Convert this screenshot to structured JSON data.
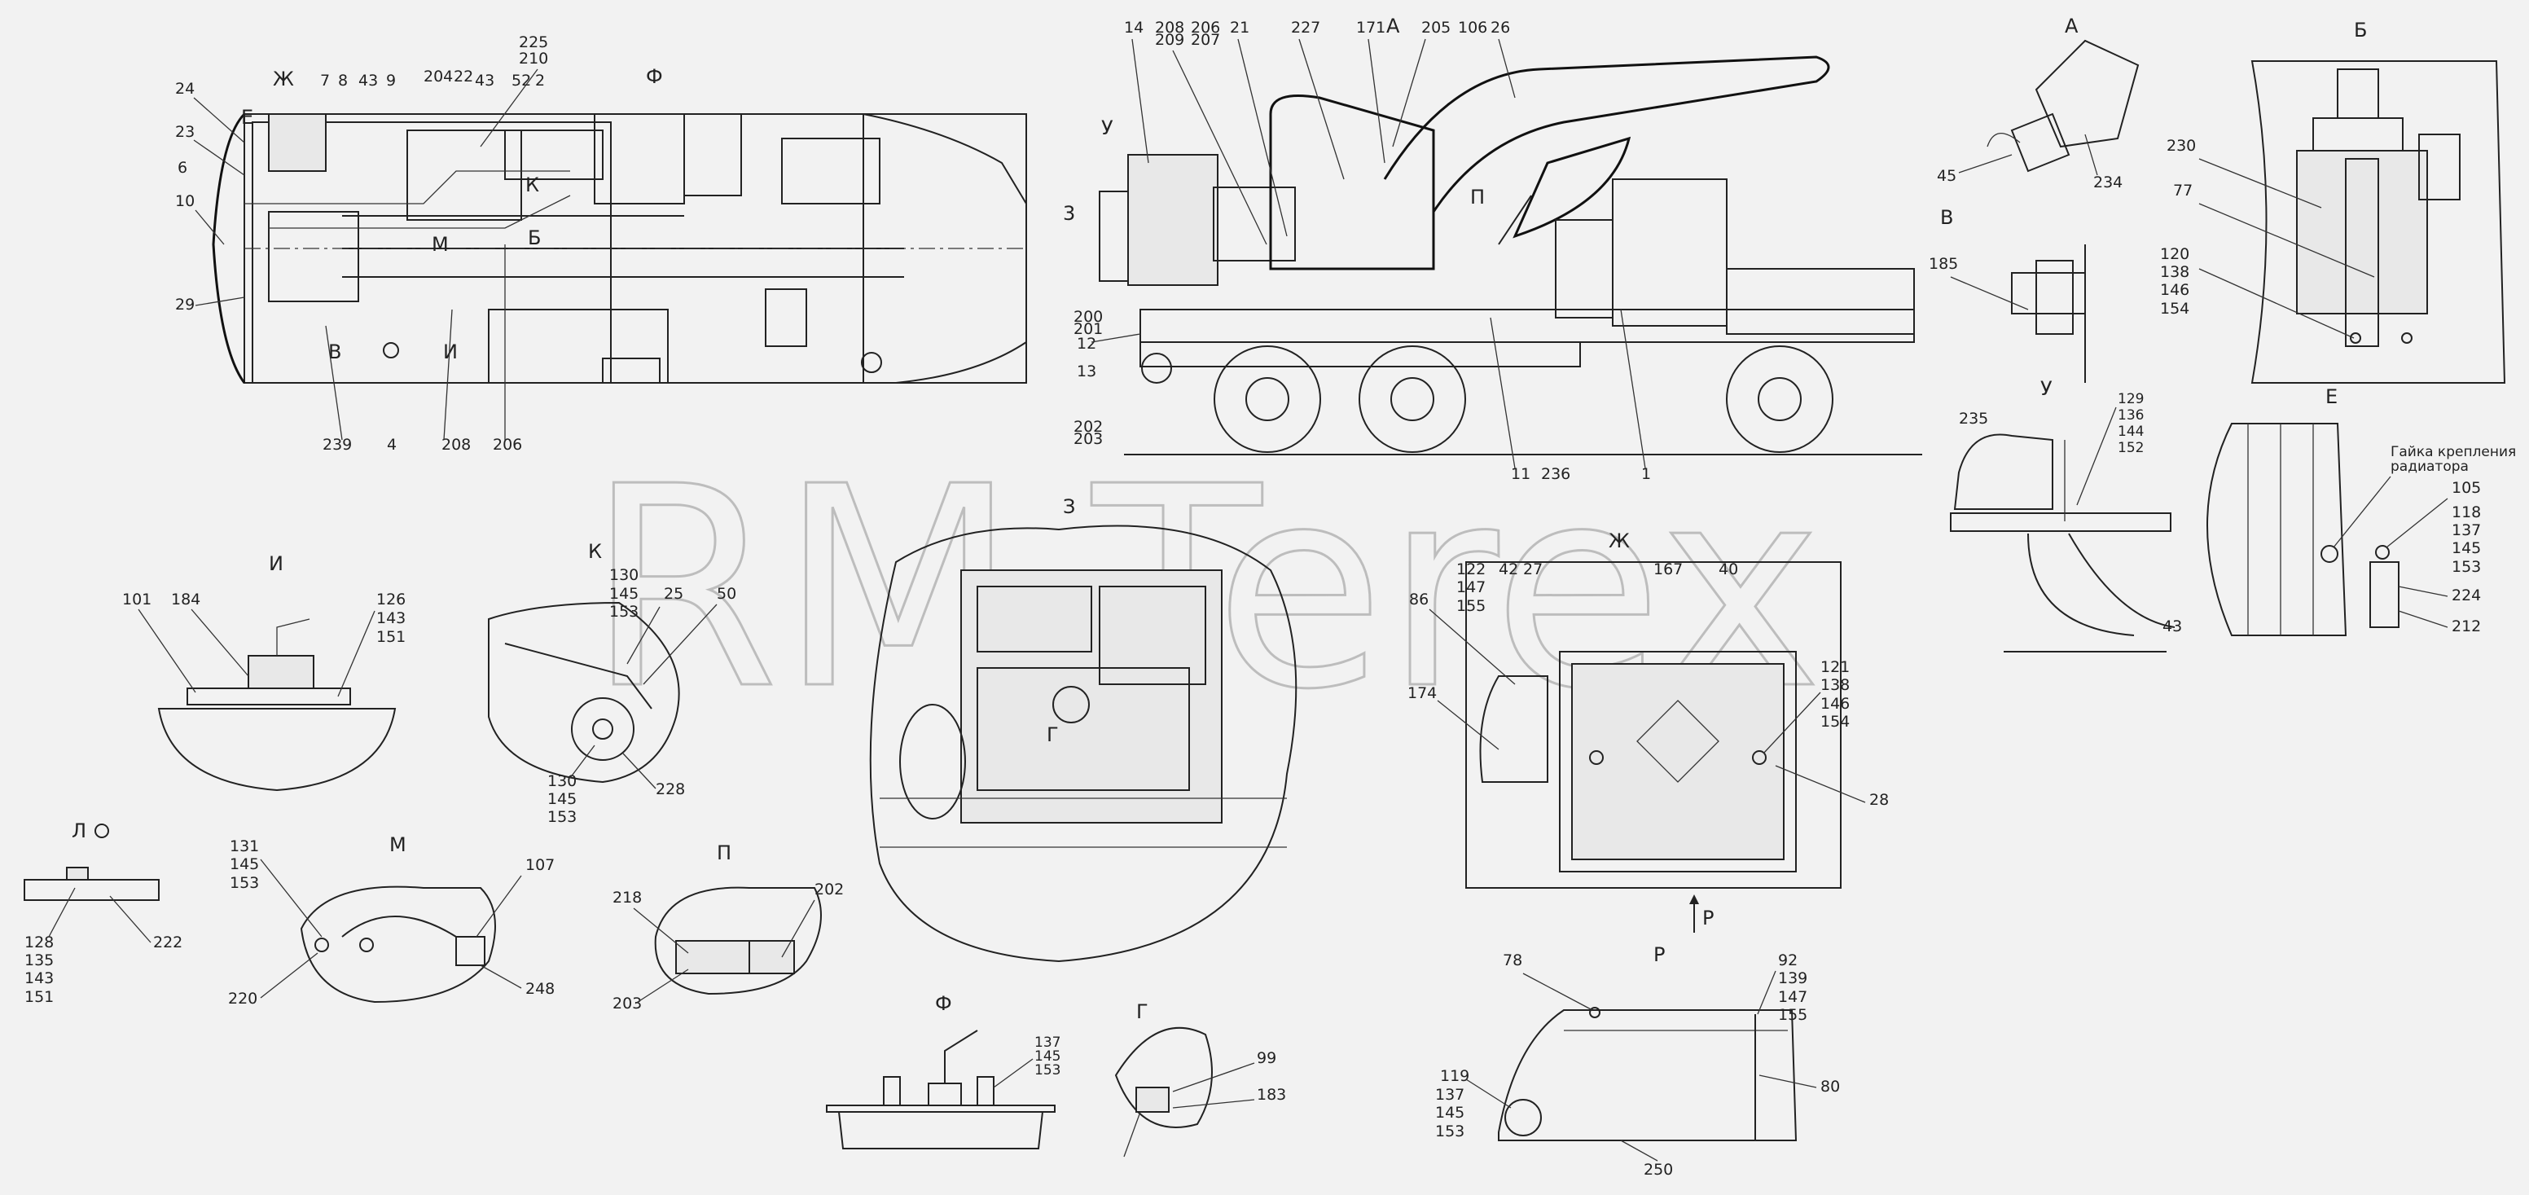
{
  "watermark": "RM-Terex",
  "overview_top": {
    "labels": [
      "24",
      "23",
      "6",
      "10",
      "29",
      "Ж",
      "7",
      "8",
      "43",
      "9",
      "204",
      "22",
      "225",
      "210",
      "43",
      "52",
      "2",
      "Ф",
      "К",
      "Б",
      "М",
      "В",
      "И",
      "239",
      "4",
      "208",
      "206",
      "Е"
    ]
  },
  "overview_side": {
    "labels": [
      "14",
      "208",
      "209",
      "206",
      "207",
      "21",
      "227",
      "171",
      "А",
      "205",
      "106",
      "26",
      "У",
      "3",
      "П",
      "200",
      "201",
      "12",
      "13",
      "202",
      "203",
      "11",
      "236",
      "1"
    ]
  },
  "view_A": {
    "title": "А",
    "labels": [
      "45",
      "234"
    ]
  },
  "view_B": {
    "title": "Б",
    "labels": [
      "230",
      "77",
      "120",
      "138",
      "146",
      "154"
    ]
  },
  "view_V": {
    "title": "В",
    "labels": [
      "185"
    ]
  },
  "view_U": {
    "title": "У",
    "labels": [
      "235",
      "129",
      "136",
      "144",
      "152",
      "43"
    ]
  },
  "view_E": {
    "title": "Е",
    "note_line1": "Гайка крепления",
    "note_line2": "радиатора",
    "labels": [
      "105",
      "118",
      "137",
      "145",
      "153",
      "224",
      "212"
    ]
  },
  "view_I": {
    "title": "И",
    "labels": [
      "101",
      "184",
      "126",
      "143",
      "151"
    ]
  },
  "view_K": {
    "title": "К",
    "labels": [
      "130",
      "145",
      "153",
      "25",
      "50",
      "130",
      "145",
      "153",
      "228"
    ]
  },
  "view_Z": {
    "title": "З",
    "labels": [
      "Г"
    ]
  },
  "view_Zh": {
    "title": "Ж",
    "labels": [
      "86",
      "122",
      "147",
      "155",
      "42",
      "27",
      "167",
      "40",
      "174",
      "121",
      "138",
      "146",
      "154",
      "28"
    ],
    "arrow": "Р"
  },
  "view_L": {
    "title": "Л",
    "labels": [
      "128",
      "135",
      "143",
      "151",
      "222"
    ]
  },
  "view_M": {
    "title": "М",
    "labels": [
      "131",
      "145",
      "153",
      "107",
      "220",
      "248"
    ]
  },
  "view_P": {
    "title": "П",
    "labels": [
      "218",
      "202",
      "203"
    ]
  },
  "view_F": {
    "title": "Ф",
    "labels": [
      "137",
      "145",
      "153"
    ]
  },
  "view_G": {
    "title": "Г",
    "labels": [
      "99",
      "183"
    ]
  },
  "view_R": {
    "title": "Р",
    "labels": [
      "78",
      "92",
      "139",
      "147",
      "155",
      "119",
      "137",
      "145",
      "153",
      "80",
      "250"
    ]
  }
}
